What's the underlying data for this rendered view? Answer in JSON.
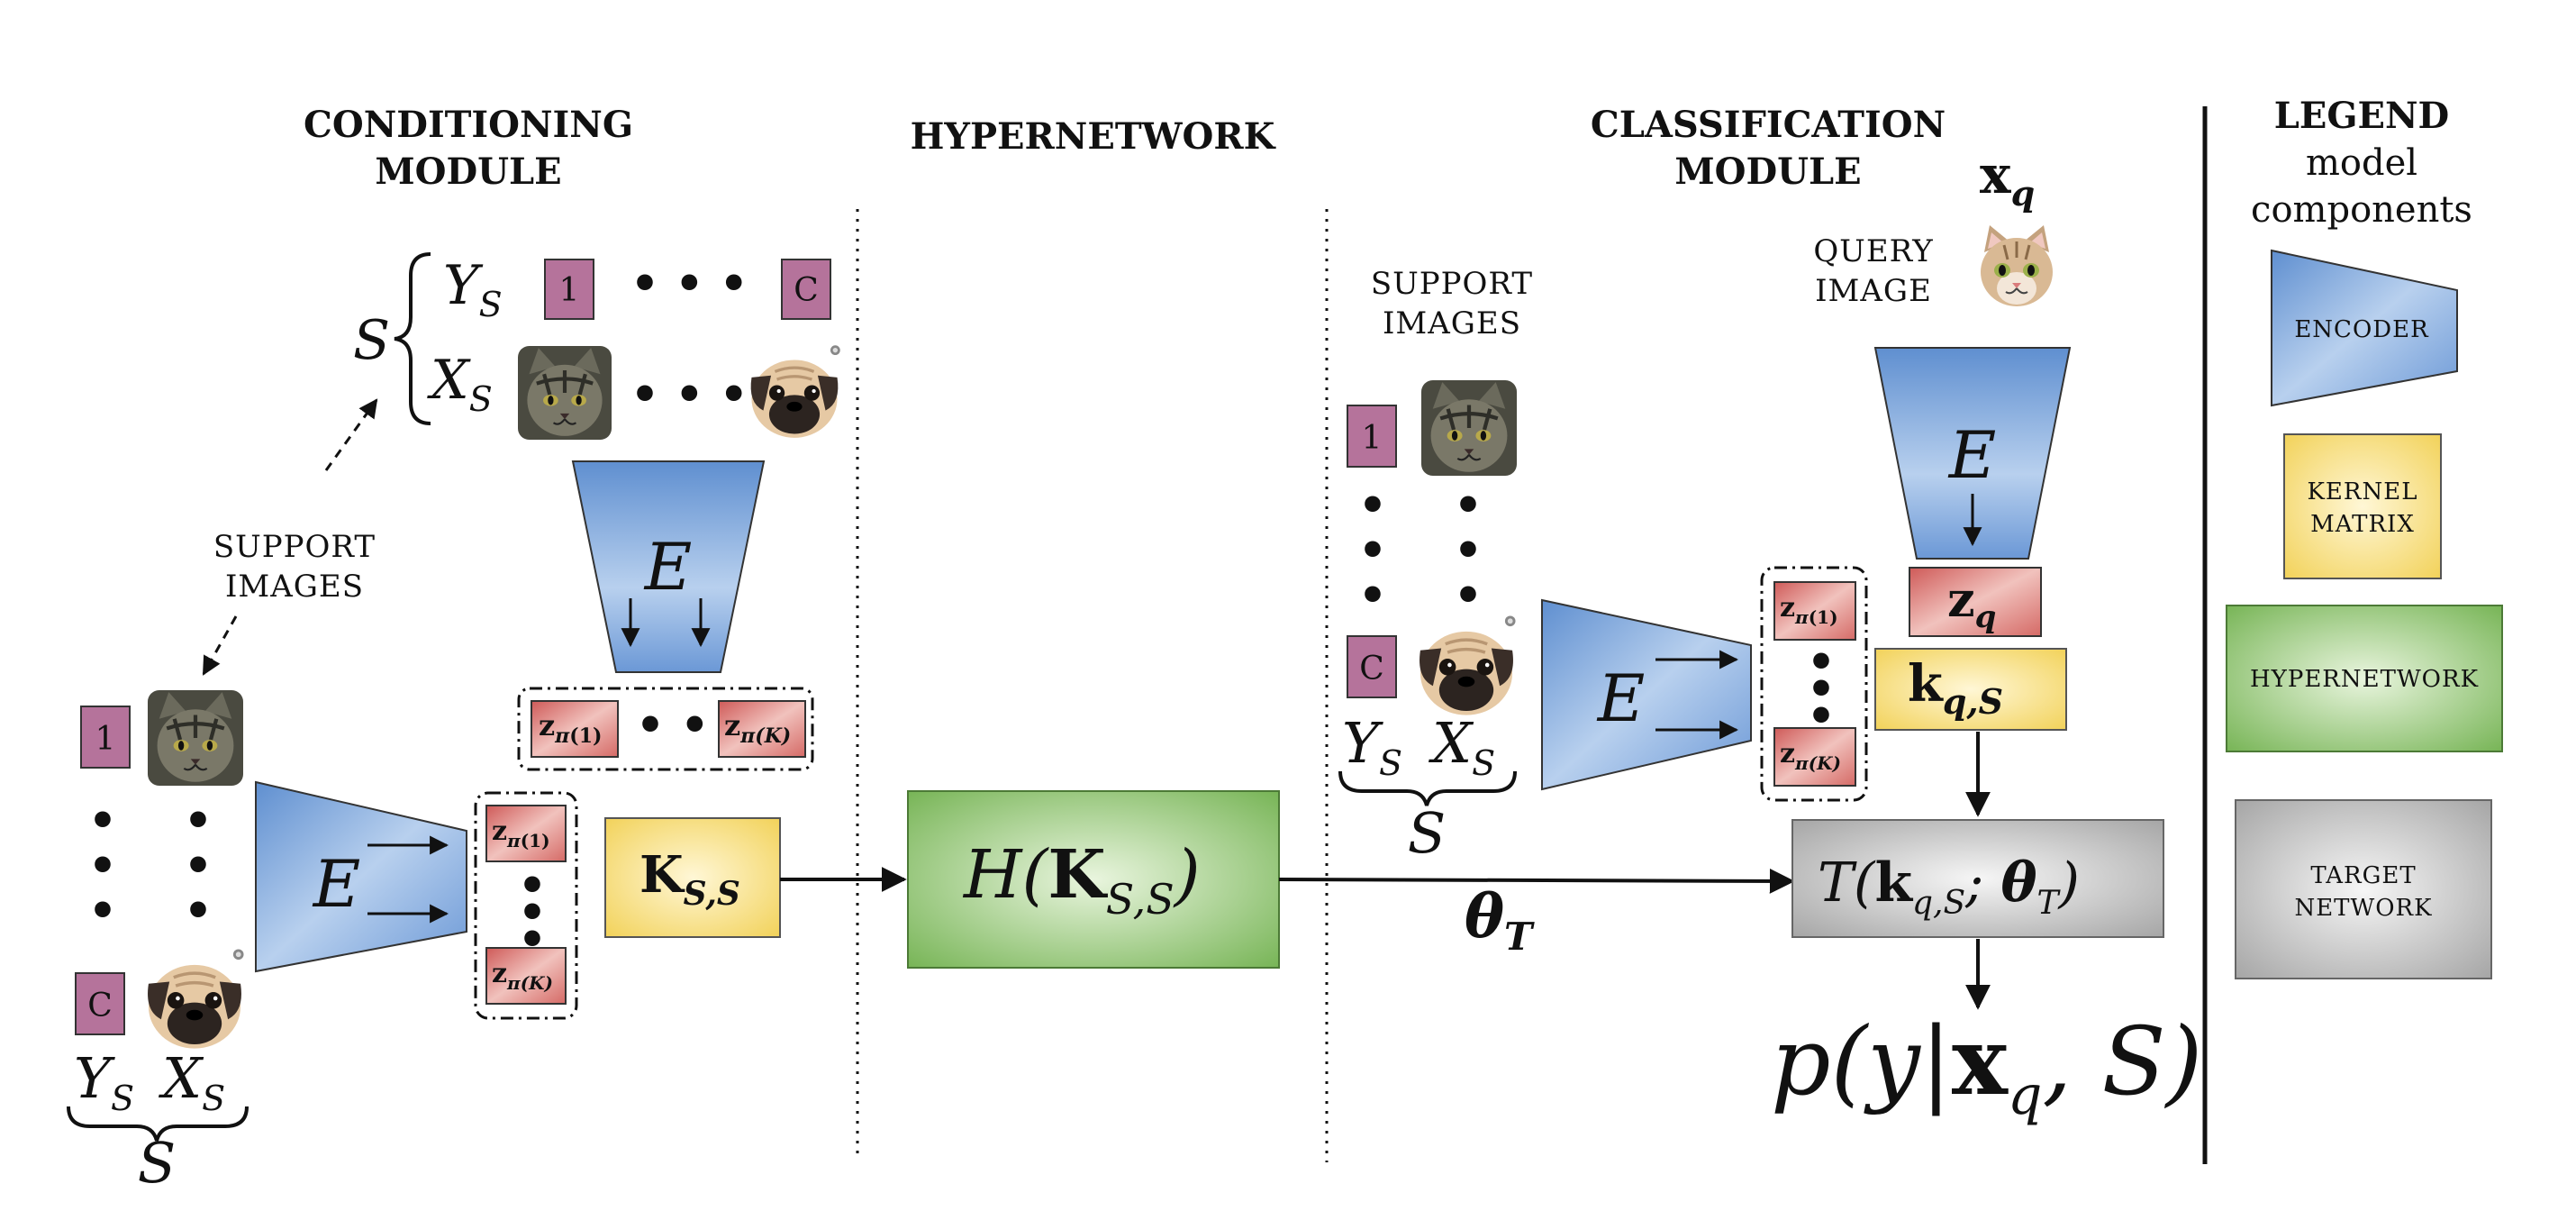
{
  "headers": {
    "conditioning_line1": "CONDITIONING",
    "conditioning_line2": "MODULE",
    "hypernetwork": "HYPERNETWORK",
    "classification_line1": "CLASSIFICATION",
    "classification_line2": "MODULE"
  },
  "legend": {
    "title": "LEGEND",
    "subtitle_line1": "model",
    "subtitle_line2": "components",
    "encoder": "ENCODER",
    "kernel_line1": "KERNEL",
    "kernel_line2": "MATRIX",
    "hypernetwork": "HYPERNETWORK",
    "target_line1": "TARGET",
    "target_line2": "NETWORK"
  },
  "labels": {
    "support_line1": "SUPPORT",
    "support_line2": "IMAGES",
    "query_line1": "QUERY",
    "query_line2": "IMAGE",
    "class_first": "1",
    "class_last": "C",
    "encoder": "E",
    "set": "S",
    "ys": "Y",
    "xs": "X",
    "sub_s": "S",
    "z": "z",
    "pi": "π",
    "idx1": "(1)",
    "idxk": "(K)",
    "k_mat": "K",
    "k_sub": "S,S",
    "h_open": "H(",
    "h_close": ")",
    "theta": "θ",
    "theta_sub": "T",
    "zq": "z",
    "q": "q",
    "kq": "k",
    "kq_sub": "q,S",
    "target": "T(",
    "target_sep": "; ",
    "target_close": ")",
    "out_p": "p(y|",
    "out_x": "x",
    "out_q": "q",
    "out_rest": ", S)",
    "xq": "x"
  },
  "colors": {
    "class_box": "#b5739b",
    "encoder": "#6f9fd8",
    "kernel": "#f3d66b",
    "embedding": "#d97372",
    "hypernetwork": "#8fc46e",
    "target": "#b4b4b4"
  },
  "icons": [
    "cat-image",
    "pug-image"
  ]
}
